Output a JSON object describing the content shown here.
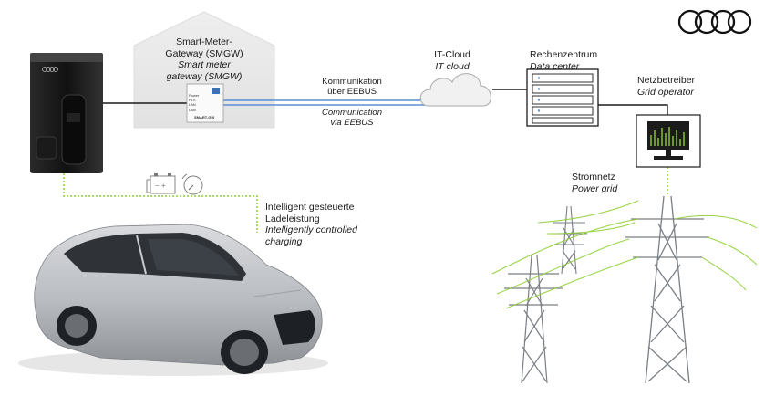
{
  "brand": {
    "logo_name": "four-rings-logo"
  },
  "smgw": {
    "title": "Smart-Meter-\nGateway (SMGW)",
    "title_line1": "Smart-Meter-",
    "title_line2": "Gateway (SMGW)",
    "subtitle_line1": "Smart meter",
    "subtitle_line2": "gateway (SMGW)",
    "device_rows": [
      "Power",
      "PLS",
      "LAN",
      "LAN"
    ],
    "device_brand": "SMART-GW"
  },
  "communication": {
    "de_line1": "Kommunikation",
    "de_line2": "über EEBUS",
    "en_line1": "Communication",
    "en_line2": "via EEBUS"
  },
  "cloud": {
    "de": "IT-Cloud",
    "en": "IT cloud"
  },
  "datacenter": {
    "de": "Rechenzentrum",
    "en": "Data center"
  },
  "operator": {
    "de": "Netzbetreiber",
    "en": "Grid operator"
  },
  "grid": {
    "de": "Stromnetz",
    "en": "Power grid"
  },
  "charging": {
    "de_line1": "Intelligent gesteuerte",
    "de_line2": "Ladeleistung",
    "en_line1": "Intelligently controlled",
    "en_line2": "charging"
  },
  "colors": {
    "accent_green": "#8ccf2e",
    "line_blue": "#5b8fd6",
    "dark": "#1c1c1c",
    "cloud": "#f1f1f1"
  }
}
